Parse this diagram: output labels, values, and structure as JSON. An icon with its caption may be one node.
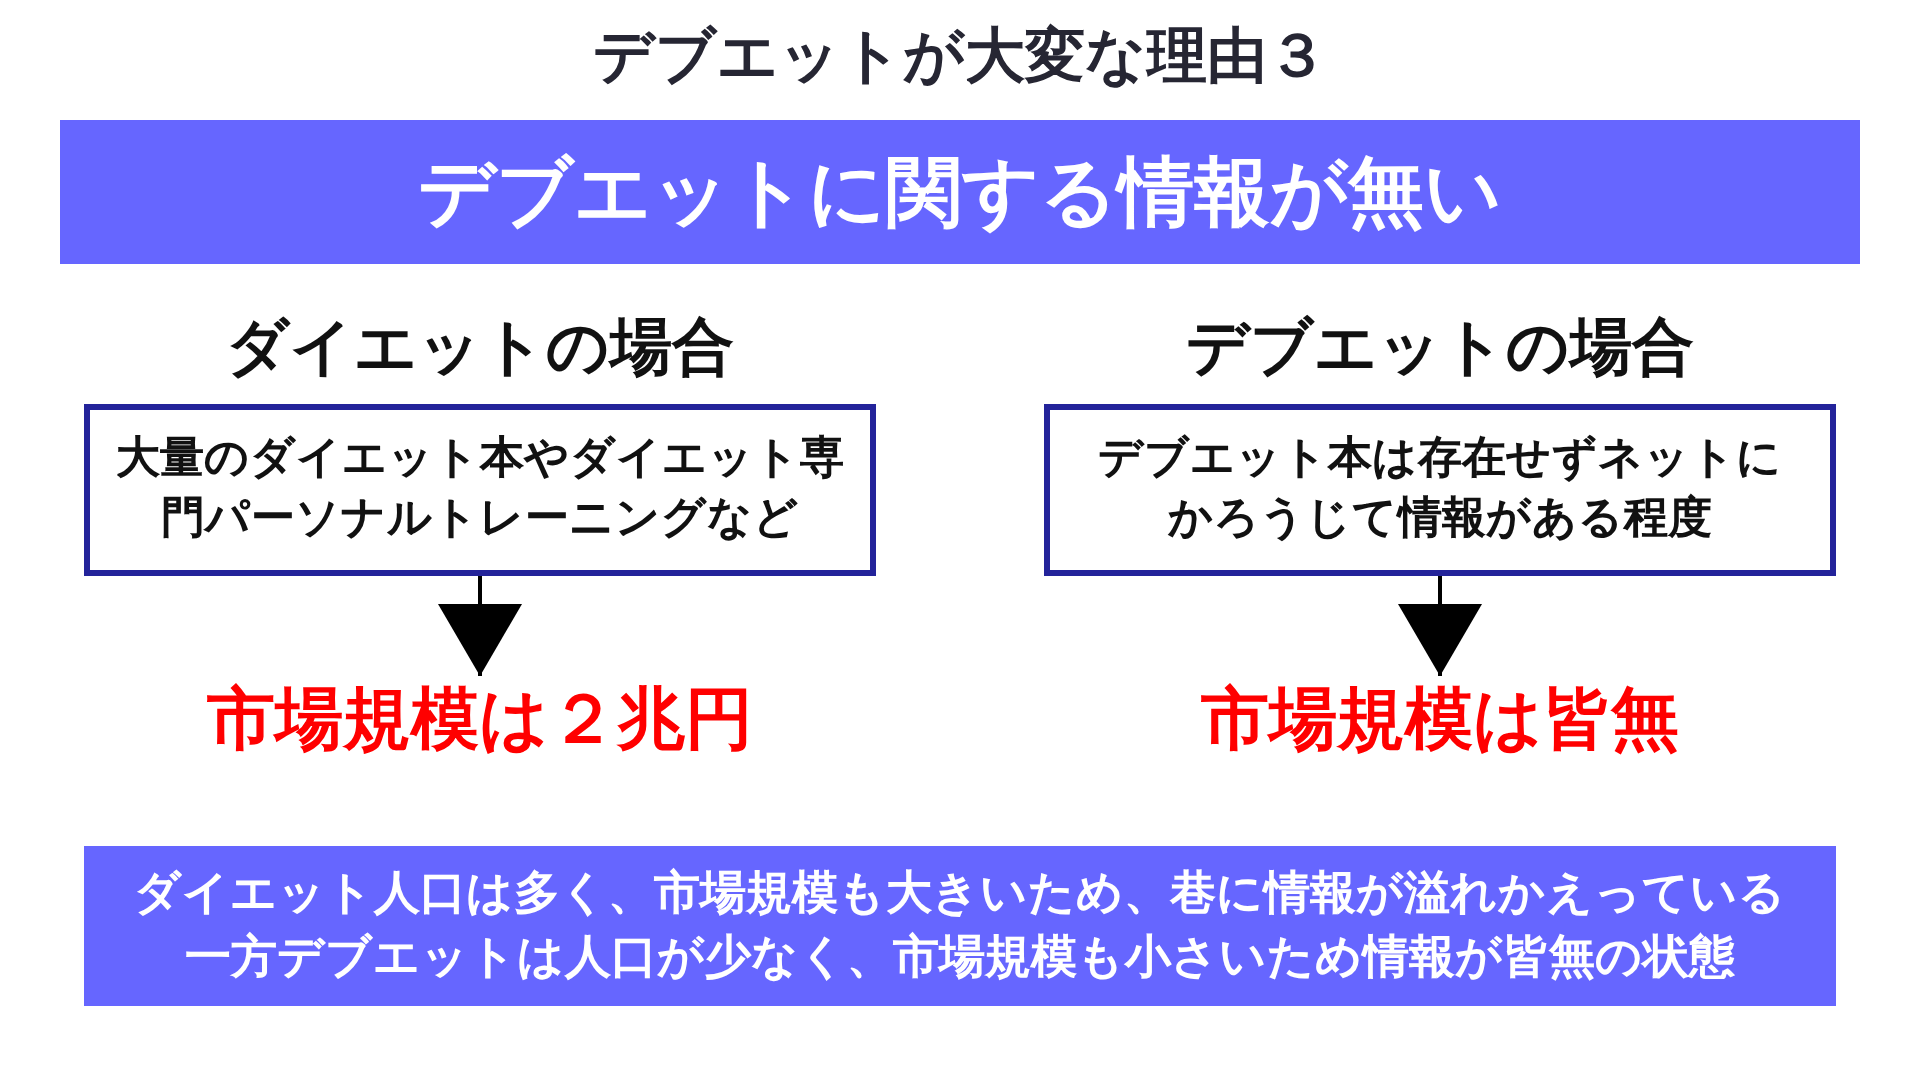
{
  "diagram": {
    "title": "デブエットが大変な理由３",
    "nodes": [
      {
        "text": [
          "デブエットに関する情報が無い"
        ]
      },
      {
        "text": [
          "ダイエットの場合",
          "大量のダイエット本やダイエット専門パーソナルトレーニングなど"
        ]
      },
      {
        "text": [
          "デブエットの場合",
          "デブエット本は存在せずネットにかろうじて情報がある程度"
        ]
      },
      {
        "text": [
          "市場規模は２兆円"
        ]
      },
      {
        "text": [
          "市場規模は皆無"
        ]
      },
      {
        "text": [
          "ダイエット人口は多く、市場規模も大きいため、巷に情報が溢れかえっている一方デブエットは人口が少なく、市場規模も小さいため情報が皆無の状態"
        ]
      }
    ],
    "edges": [
      {
        "from": 1,
        "to": 3,
        "arrow": "to"
      },
      {
        "from": 2,
        "to": 4,
        "arrow": "to"
      }
    ]
  }
}
